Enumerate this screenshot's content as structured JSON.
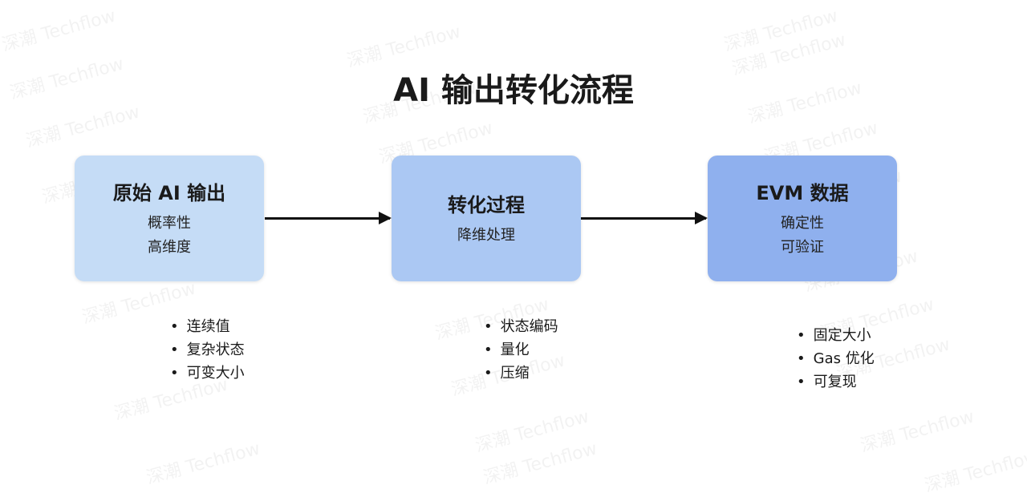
{
  "title": "AI 输出转化流程",
  "watermark": "深潮 Techflow",
  "colors": {
    "box1": "#c5dcf6",
    "box2": "#abc8f3",
    "box3": "#8fb0ee"
  },
  "boxes": [
    {
      "heading": "原始 AI 输出",
      "lines": [
        "概率性",
        "高维度"
      ],
      "bullets": [
        "连续值",
        "复杂状态",
        "可变大小"
      ]
    },
    {
      "heading": "转化过程",
      "lines": [
        "降维处理"
      ],
      "bullets": [
        "状态编码",
        "量化",
        "压缩"
      ]
    },
    {
      "heading": "EVM 数据",
      "lines": [
        "确定性",
        "可验证"
      ],
      "bullets": [
        "固定大小",
        "Gas 优化",
        "可复现"
      ]
    }
  ]
}
